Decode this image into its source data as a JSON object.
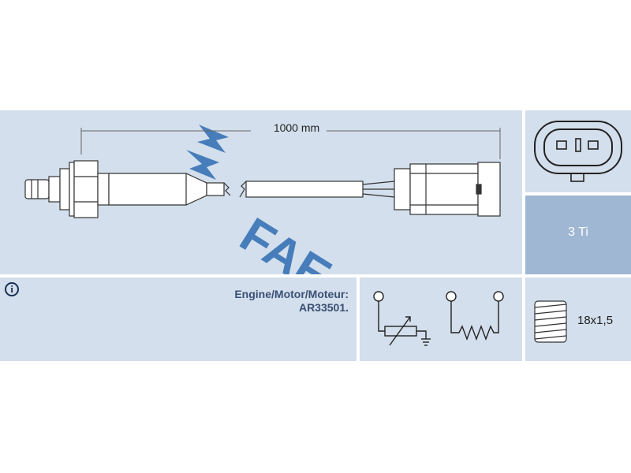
{
  "sensor": {
    "cable_length": "1000 mm",
    "brand_watermark": "FAE"
  },
  "wires": {
    "label": "3 Ti"
  },
  "engine": {
    "label": "Engine/Motor/Moteur:",
    "code": "AR33501."
  },
  "thread": {
    "size": "18x1,5"
  },
  "icons": {
    "info": "info-icon",
    "connector": "connector-icon",
    "circuit": "heated-sensor-circuit-icon",
    "thread": "thread-icon"
  },
  "colors": {
    "panel": "#d3dfec",
    "accent": "#9fb7d2",
    "watermark": "#3f78b8"
  }
}
